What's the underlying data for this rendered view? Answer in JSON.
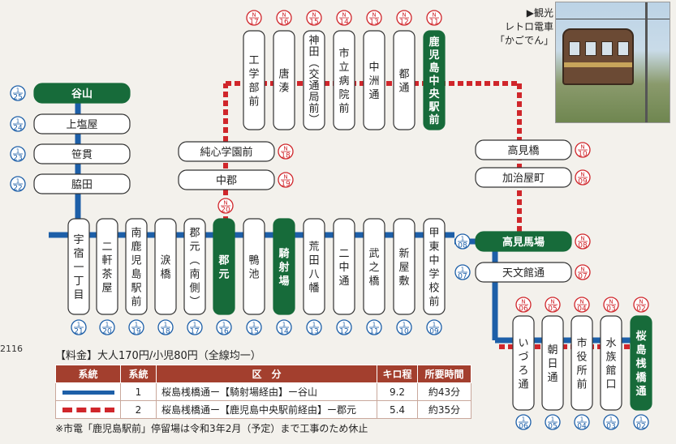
{
  "photo": {
    "label_line1": "▶観光",
    "label_line2": "レトロ電車",
    "label_line3": "「かごでん」"
  },
  "page_edge_number": "2116",
  "fare": {
    "title": "【料金】大人170円/小児80円（全線均一）",
    "headers": [
      "系統",
      "系統",
      "区　分",
      "キロ程",
      "所要時間"
    ],
    "rows": [
      {
        "line": "blue",
        "no": "1",
        "route": "桜島桟橋通ー【騎射場経由】ー谷山",
        "km": "9.2",
        "time": "約43分"
      },
      {
        "line": "red",
        "no": "2",
        "route": "桜島桟橋通ー【鹿児島中央駅前経由】ー郡元",
        "km": "5.4",
        "time": "約35分"
      }
    ],
    "note": "※市電「鹿児島駅前」停留場は令和3年2月（予定）まで工事のため休止"
  },
  "left_col": [
    {
      "name": "谷山",
      "num": "25",
      "hl": true
    },
    {
      "name": "上塩屋",
      "num": "24",
      "hl": false
    },
    {
      "name": "笹貫",
      "num": "23",
      "hl": false
    },
    {
      "name": "脇田",
      "num": "22",
      "hl": false
    }
  ],
  "middle_h": [
    {
      "name": "純心学園前",
      "num": "18"
    },
    {
      "name": "中郡",
      "num": "19"
    }
  ],
  "north_top": [
    {
      "name": "工学部前",
      "num": "17",
      "hl": false
    },
    {
      "name": "唐湊",
      "num": "16",
      "hl": false
    },
    {
      "name": "神田（交通局前）",
      "num": "15",
      "hl": false
    },
    {
      "name": "市立病院前",
      "num": "14",
      "hl": false
    },
    {
      "name": "中洲通",
      "num": "13",
      "hl": false
    },
    {
      "name": "都通",
      "num": "12",
      "hl": false
    },
    {
      "name": "鹿児島中央駅前",
      "num": "11",
      "hl": true
    }
  ],
  "right_h": [
    {
      "name": "高見橋",
      "num": "10"
    },
    {
      "name": "加治屋町",
      "num": "09"
    }
  ],
  "north_20": "20",
  "main_row": [
    {
      "name": "宇宿一丁目",
      "num": "21",
      "hl": false
    },
    {
      "name": "二軒茶屋",
      "num": "20",
      "hl": false
    },
    {
      "name": "南鹿児島駅前",
      "num": "19",
      "hl": false
    },
    {
      "name": "涙橋",
      "num": "18",
      "hl": false
    },
    {
      "name": "郡元（南側）",
      "num": "17",
      "hl": false
    },
    {
      "name": "郡元",
      "num": "16",
      "hl": true
    },
    {
      "name": "鴨池",
      "num": "15",
      "hl": false
    },
    {
      "name": "騎射場",
      "num": "14",
      "hl": true
    },
    {
      "name": "荒田八幡",
      "num": "13",
      "hl": false
    },
    {
      "name": "二中通",
      "num": "12",
      "hl": false
    },
    {
      "name": "武之橋",
      "num": "11",
      "hl": false
    },
    {
      "name": "新屋敷",
      "num": "10",
      "hl": false
    },
    {
      "name": "甲東中学校前",
      "num": "09",
      "hl": false
    }
  ],
  "junction": [
    {
      "name": "高見馬場",
      "num": "08",
      "nnum": "08",
      "hl": true
    },
    {
      "name": "天文館通",
      "num": "07",
      "nnum": "07",
      "hl": false
    }
  ],
  "bottom_right": [
    {
      "name": "いづろ通",
      "num": "06",
      "hl": false
    },
    {
      "name": "朝日通",
      "num": "05",
      "hl": false
    },
    {
      "name": "市役所前",
      "num": "04",
      "hl": false
    },
    {
      "name": "水族館口",
      "num": "03",
      "hl": false
    },
    {
      "name": "桜島桟橋通",
      "num": "02",
      "hl": true
    }
  ],
  "badge_prefix_blue": "1",
  "badge_prefix_red": "N",
  "colors": {
    "blue": "#1d5fa8",
    "red": "#d0262b",
    "green": "#176b3a",
    "fare_header": "#a33f2e"
  }
}
